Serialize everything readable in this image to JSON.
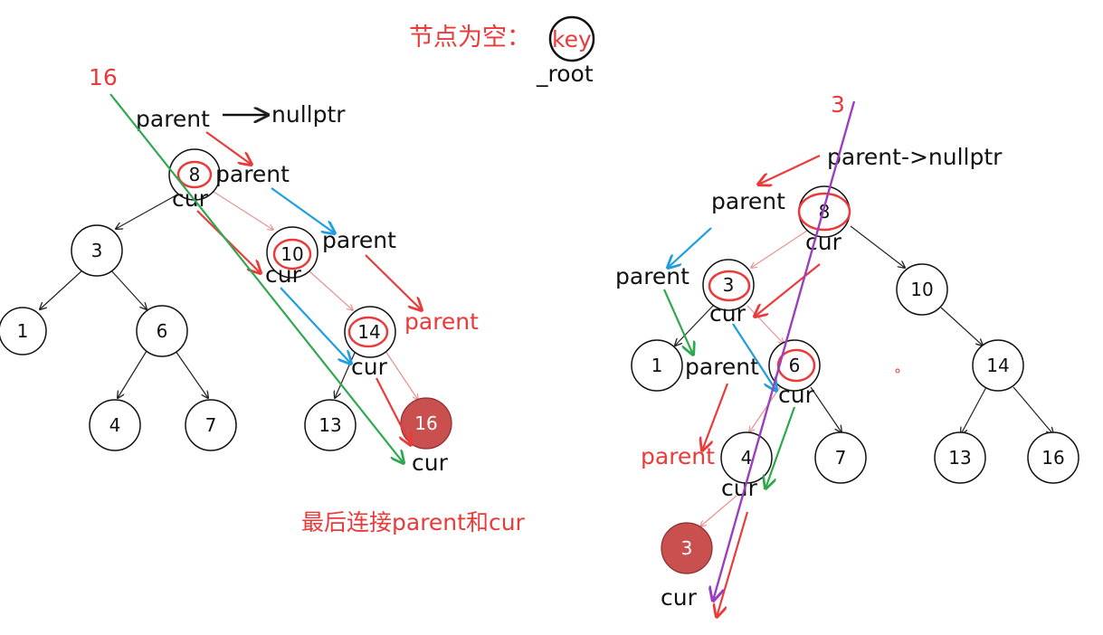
{
  "header": {
    "title": "节点为空：",
    "key_label": "key",
    "root_label": "_root"
  },
  "left_diagram": {
    "insert_value": "16",
    "nullptr_text": "nullptr",
    "parent_labels": [
      "parent",
      "parent",
      "parent",
      "parent"
    ],
    "cur_labels": [
      "cur",
      "cur",
      "cur",
      "cur"
    ],
    "nodes": [
      "8",
      "3",
      "10",
      "1",
      "6",
      "14",
      "4",
      "7",
      "13",
      "16"
    ],
    "new_node": "16",
    "caption": "最后连接parent和cur"
  },
  "right_diagram": {
    "insert_value": "3",
    "parent_nullptr_text": "parent->nullptr",
    "parent_labels": [
      "parent",
      "parent",
      "parent",
      "parent"
    ],
    "cur_labels": [
      "cur",
      "cur",
      "cur",
      "cur",
      "cur"
    ],
    "nodes": [
      "8",
      "3",
      "10",
      "1",
      "6",
      "14",
      "4",
      "7",
      "13",
      "16"
    ],
    "new_node": "3"
  },
  "colors": {
    "red": "#ea3a3a",
    "green": "#2fa84f",
    "blue": "#1f9de0",
    "purple": "#9b3fc0",
    "new_node_fill": "#c9504f",
    "pale_red": "#e6928f"
  }
}
